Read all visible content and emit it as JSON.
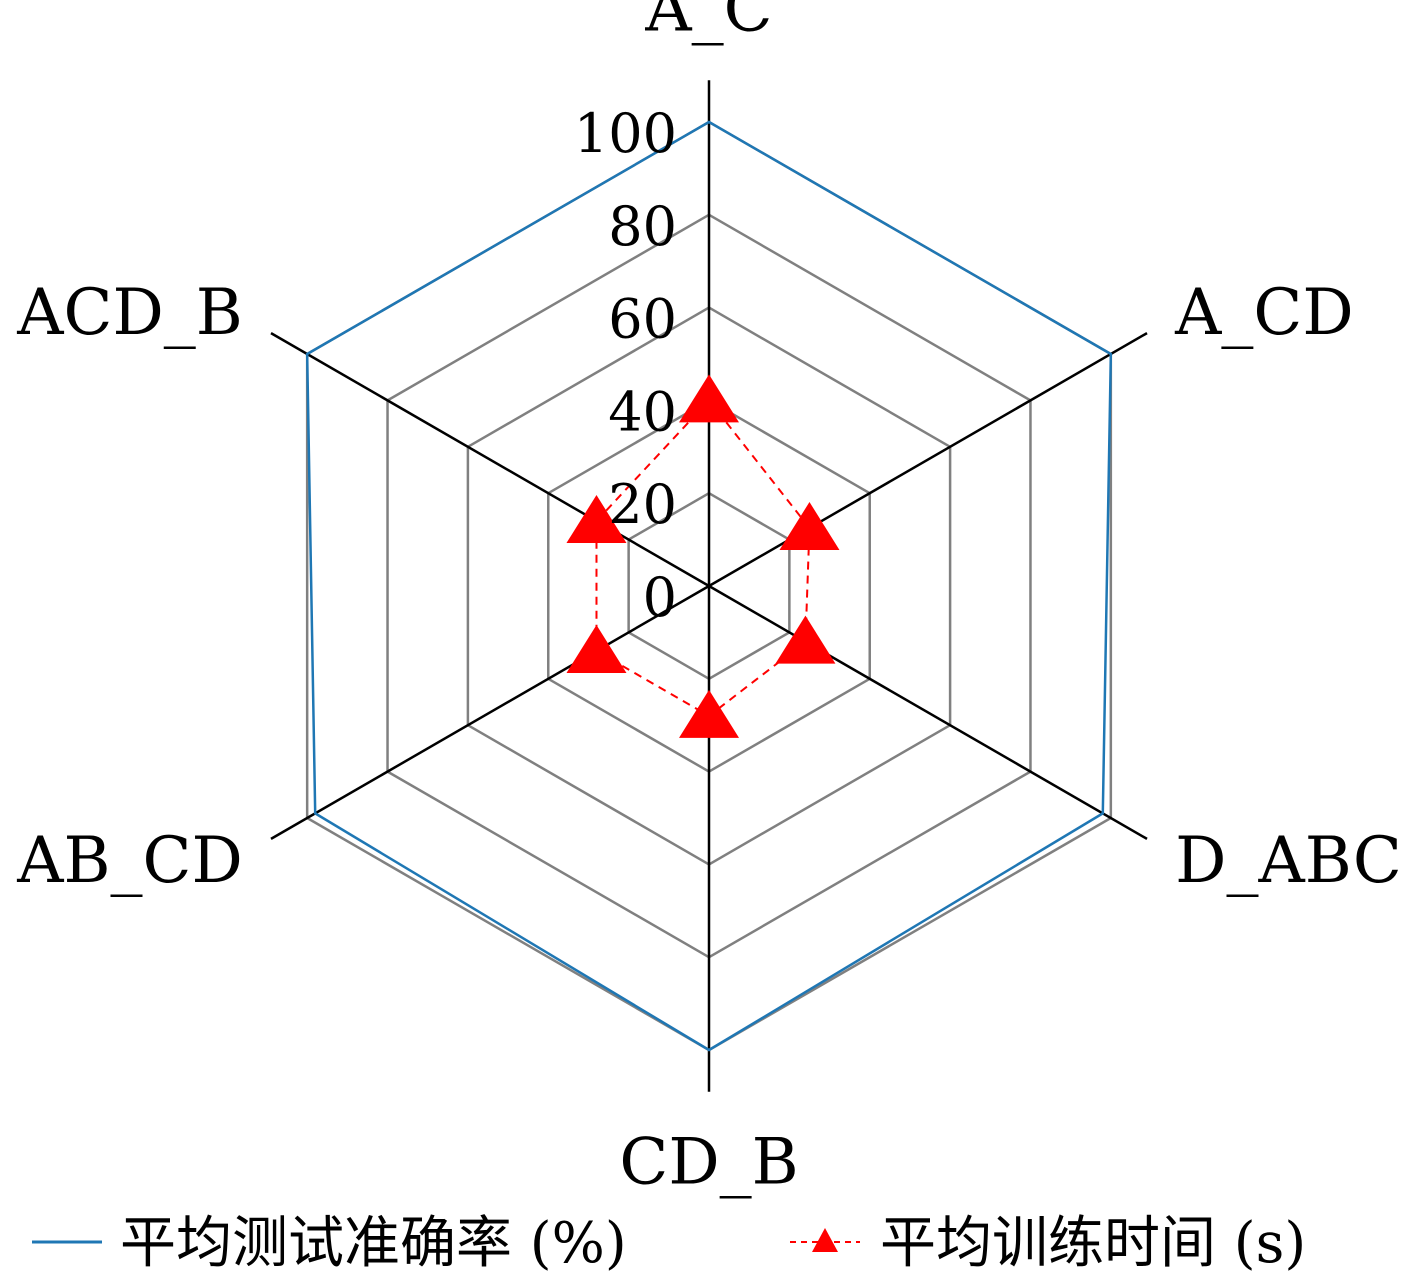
{
  "chart_data": {
    "type": "radar",
    "axes": [
      "A_C",
      "A_CD",
      "D_ABC",
      "CD_B",
      "AB_CD",
      "ACD_B"
    ],
    "rlim": [
      0,
      100
    ],
    "ticks": [
      "0",
      "20",
      "40",
      "60",
      "80",
      "100"
    ],
    "grid": true,
    "legend_position": "bottom",
    "series": [
      {
        "name": "平均测试准确率 (%)",
        "values": [
          100,
          100,
          98,
          100,
          98,
          100
        ],
        "color": "#1f77b4",
        "style": "solid"
      },
      {
        "name": "平均训练时间 (s)",
        "values": [
          40,
          25,
          24,
          28,
          28,
          28
        ],
        "color": "#ff0000",
        "style": "dashed",
        "marker": "triangle"
      }
    ]
  }
}
